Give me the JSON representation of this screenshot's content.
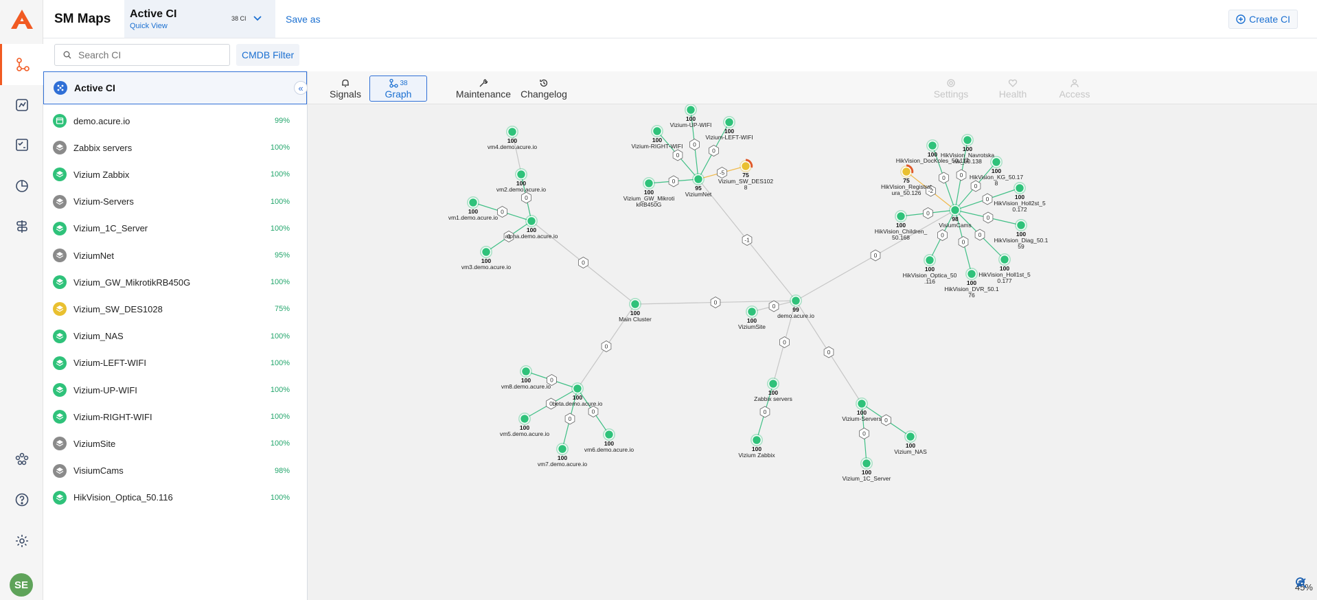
{
  "app": {
    "name": "SM Maps",
    "logo": "A"
  },
  "view": {
    "title": "Active CI",
    "subtitle": "Quick View",
    "count": "38 CI"
  },
  "toolbar": {
    "save_as": "Save as",
    "create_ci": "Create CI"
  },
  "search": {
    "placeholder": "Search CI",
    "filter": "CMDB Filter"
  },
  "rail": [
    "graph-icon",
    "dashboard-icon",
    "tasks-icon",
    "reports-icon",
    "signposts-icon",
    "groups-icon",
    "help-icon",
    "settings-icon"
  ],
  "user": {
    "initials": "SE"
  },
  "ci_list": {
    "header": "Active CI",
    "items": [
      {
        "name": "demo.acure.io",
        "pct": "99%",
        "color": "#2fc27a",
        "icon": "service-icon"
      },
      {
        "name": "Zabbix servers",
        "pct": "100%",
        "color": "#8a8a8a",
        "icon": "layers-icon"
      },
      {
        "name": "Vizium Zabbix",
        "pct": "100%",
        "color": "#2fc27a",
        "icon": "layers-icon"
      },
      {
        "name": "Vizium-Servers",
        "pct": "100%",
        "color": "#8a8a8a",
        "icon": "layers-icon"
      },
      {
        "name": "Vizium_1C_Server",
        "pct": "100%",
        "color": "#2fc27a",
        "icon": "layers-icon"
      },
      {
        "name": "ViziumNet",
        "pct": "95%",
        "color": "#8a8a8a",
        "icon": "layers-icon"
      },
      {
        "name": "Vizium_GW_MikrotikRB450G",
        "pct": "100%",
        "color": "#2fc27a",
        "icon": "layers-icon"
      },
      {
        "name": "Vizium_SW_DES1028",
        "pct": "75%",
        "color": "#e9c030",
        "icon": "layers-icon"
      },
      {
        "name": "Vizium_NAS",
        "pct": "100%",
        "color": "#2fc27a",
        "icon": "layers-icon"
      },
      {
        "name": "Vizium-LEFT-WIFI",
        "pct": "100%",
        "color": "#2fc27a",
        "icon": "layers-icon"
      },
      {
        "name": "Vizium-UP-WIFI",
        "pct": "100%",
        "color": "#2fc27a",
        "icon": "layers-icon"
      },
      {
        "name": "Vizium-RIGHT-WIFI",
        "pct": "100%",
        "color": "#2fc27a",
        "icon": "layers-icon"
      },
      {
        "name": "ViziumSite",
        "pct": "100%",
        "color": "#8a8a8a",
        "icon": "layers-icon"
      },
      {
        "name": "VisiumCams",
        "pct": "98%",
        "color": "#8a8a8a",
        "icon": "layers-icon"
      },
      {
        "name": "HikVision_Optica_50.116",
        "pct": "100%",
        "color": "#2fc27a",
        "icon": "layers-icon"
      }
    ]
  },
  "tabs": [
    {
      "label": "Signals",
      "icon": "bell-icon",
      "badge": "",
      "state": "normal"
    },
    {
      "label": "Graph",
      "icon": "graph-icon",
      "badge": "38",
      "state": "active"
    },
    {
      "label": "Maintenance",
      "icon": "wrench-icon",
      "badge": "",
      "state": "normal"
    },
    {
      "label": "Changelog",
      "icon": "history-icon",
      "badge": "",
      "state": "normal"
    },
    {
      "label": "Settings",
      "icon": "gear-icon",
      "badge": "",
      "state": "disabled"
    },
    {
      "label": "Health",
      "icon": "health-icon",
      "badge": "",
      "state": "disabled"
    },
    {
      "label": "Access",
      "icon": "access-icon",
      "badge": "",
      "state": "disabled"
    }
  ],
  "zoom": {
    "level": "45%"
  },
  "colors": {
    "ok": "#2fc27a",
    "warn": "#e9c030",
    "critical": "#e05a2b",
    "accent": "#1a6fd1",
    "brand": "#f15a22"
  },
  "graph": {
    "nodes": [
      {
        "id": "vm4",
        "label": [
          "vm4.demo.acure.io"
        ],
        "value": 100
      },
      {
        "id": "vm2",
        "label": [
          "vm2.demo.acure.io"
        ],
        "value": 100
      },
      {
        "id": "vm1",
        "label": [
          "vm1.demo.acure.io"
        ],
        "value": 100
      },
      {
        "id": "alpha",
        "label": [
          "alpha.demo.acure.io"
        ],
        "value": 100
      },
      {
        "id": "vm3",
        "label": [
          "vm3.demo.acure.io"
        ],
        "value": 100
      },
      {
        "id": "main",
        "label": [
          "Main Cluster"
        ],
        "value": 100
      },
      {
        "id": "demo",
        "label": [
          "demo.acure.io"
        ],
        "value": 99
      },
      {
        "id": "site",
        "label": [
          "ViziumSite"
        ],
        "value": 100
      },
      {
        "id": "net",
        "label": [
          "ViziumNet"
        ],
        "value": 95
      },
      {
        "id": "upwifi",
        "label": [
          "Vizium-UP-WIFI"
        ],
        "value": 100
      },
      {
        "id": "leftwifi",
        "label": [
          "Vizium-LEFT-WIFI"
        ],
        "value": 100
      },
      {
        "id": "rightwifi",
        "label": [
          "Vizium-RIGHT-WIFI"
        ],
        "value": 100
      },
      {
        "id": "gw",
        "label": [
          "Vizium_GW_Mikroti",
          "kRB450G"
        ],
        "value": 100
      },
      {
        "id": "sw",
        "label": [
          "Vizium_SW_DES102",
          "8"
        ],
        "value": 75
      },
      {
        "id": "cams",
        "label": [
          "VisiumCams"
        ],
        "value": 98
      },
      {
        "id": "dockoles",
        "label": [
          "HikVision_DocKoles_50.114"
        ],
        "value": 100
      },
      {
        "id": "navrotska",
        "label": [
          "HikVision_Navrotska",
          "nik_50.138"
        ],
        "value": 100
      },
      {
        "id": "kg",
        "label": [
          "HikVision_KG_50.17",
          "8"
        ],
        "value": 100
      },
      {
        "id": "registr",
        "label": [
          "HikVision_Registrat",
          "ura_50.126"
        ],
        "value": 75
      },
      {
        "id": "holl2",
        "label": [
          "HikVision_Holl2st_5",
          "0.172"
        ],
        "value": 100
      },
      {
        "id": "children",
        "label": [
          "HikVision_Children_",
          "50.168"
        ],
        "value": 100
      },
      {
        "id": "diag",
        "label": [
          "HikVision_Diag_50.1",
          "59"
        ],
        "value": 100
      },
      {
        "id": "optica",
        "label": [
          "HikVision_Optica_50",
          ".116"
        ],
        "value": 100
      },
      {
        "id": "holl1",
        "label": [
          "HikVision_Holl1st_5",
          "0.177"
        ],
        "value": 100
      },
      {
        "id": "dvr",
        "label": [
          "HikVision_DVR_50.1",
          "76"
        ],
        "value": 100
      },
      {
        "id": "zabbixs",
        "label": [
          "Zabbix servers"
        ],
        "value": 100
      },
      {
        "id": "vzabbix",
        "label": [
          "Vizium Zabbix"
        ],
        "value": 100
      },
      {
        "id": "vservers",
        "label": [
          "Vizium-Servers"
        ],
        "value": 100
      },
      {
        "id": "vnas",
        "label": [
          "Vizium_NAS"
        ],
        "value": 100
      },
      {
        "id": "v1c",
        "label": [
          "Vizium_1C_Server"
        ],
        "value": 100
      },
      {
        "id": "vm8",
        "label": [
          "vm8.demo.acure.io"
        ],
        "value": 100
      },
      {
        "id": "beta",
        "label": [
          "beta.demo.acure.io"
        ],
        "value": 100
      },
      {
        "id": "vm5",
        "label": [
          "vm5.demo.acure.io"
        ],
        "value": 100
      },
      {
        "id": "vm6",
        "label": [
          "vm6.demo.acure.io"
        ],
        "value": 100
      },
      {
        "id": "vm7",
        "label": [
          "vm7.demo.acure.io"
        ],
        "value": 100
      }
    ],
    "edges": [
      {
        "from": "vm4",
        "to": "alpha",
        "weight": "",
        "kind": "plain"
      },
      {
        "from": "vm2",
        "to": "alpha",
        "weight": "0",
        "kind": "green"
      },
      {
        "from": "vm1",
        "to": "alpha",
        "weight": "0",
        "kind": "green"
      },
      {
        "from": "vm3",
        "to": "alpha",
        "weight": "0",
        "kind": "green"
      },
      {
        "from": "alpha",
        "to": "main",
        "weight": "0",
        "kind": "plain"
      },
      {
        "from": "main",
        "to": "demo",
        "weight": "0",
        "kind": "plain"
      },
      {
        "from": "site",
        "to": "demo",
        "weight": "0",
        "kind": "plain"
      },
      {
        "from": "net",
        "to": "demo",
        "weight": "-1",
        "kind": "plain"
      },
      {
        "from": "upwifi",
        "to": "net",
        "weight": "0",
        "kind": "green"
      },
      {
        "from": "leftwifi",
        "to": "net",
        "weight": "0",
        "kind": "green"
      },
      {
        "from": "rightwifi",
        "to": "net",
        "weight": "0",
        "kind": "green"
      },
      {
        "from": "gw",
        "to": "net",
        "weight": "0",
        "kind": "green"
      },
      {
        "from": "sw",
        "to": "net",
        "weight": "-5",
        "kind": "orange"
      },
      {
        "from": "cams",
        "to": "demo",
        "weight": "0",
        "kind": "plain"
      },
      {
        "from": "dockoles",
        "to": "cams",
        "weight": "0",
        "kind": "green"
      },
      {
        "from": "navrotska",
        "to": "cams",
        "weight": "0",
        "kind": "green"
      },
      {
        "from": "kg",
        "to": "cams",
        "weight": "0",
        "kind": "green"
      },
      {
        "from": "registr",
        "to": "cams",
        "weight": "-2",
        "kind": "orange"
      },
      {
        "from": "holl2",
        "to": "cams",
        "weight": "0",
        "kind": "green"
      },
      {
        "from": "children",
        "to": "cams",
        "weight": "0",
        "kind": "green"
      },
      {
        "from": "diag",
        "to": "cams",
        "weight": "0",
        "kind": "green"
      },
      {
        "from": "optica",
        "to": "cams",
        "weight": "0",
        "kind": "green"
      },
      {
        "from": "holl1",
        "to": "cams",
        "weight": "0",
        "kind": "green"
      },
      {
        "from": "dvr",
        "to": "cams",
        "weight": "0",
        "kind": "green"
      },
      {
        "from": "zabbixs",
        "to": "demo",
        "weight": "0",
        "kind": "plain"
      },
      {
        "from": "vzabbix",
        "to": "zabbixs",
        "weight": "0",
        "kind": "green"
      },
      {
        "from": "vservers",
        "to": "demo",
        "weight": "0",
        "kind": "plain"
      },
      {
        "from": "vnas",
        "to": "vservers",
        "weight": "0",
        "kind": "green"
      },
      {
        "from": "v1c",
        "to": "vservers",
        "weight": "0",
        "kind": "green"
      },
      {
        "from": "beta",
        "to": "main",
        "weight": "0",
        "kind": "plain"
      },
      {
        "from": "vm8",
        "to": "beta",
        "weight": "0",
        "kind": "green"
      },
      {
        "from": "vm5",
        "to": "beta",
        "weight": "0",
        "kind": "green"
      },
      {
        "from": "vm6",
        "to": "beta",
        "weight": "0",
        "kind": "green"
      },
      {
        "from": "vm7",
        "to": "beta",
        "weight": "0",
        "kind": "green"
      }
    ]
  }
}
